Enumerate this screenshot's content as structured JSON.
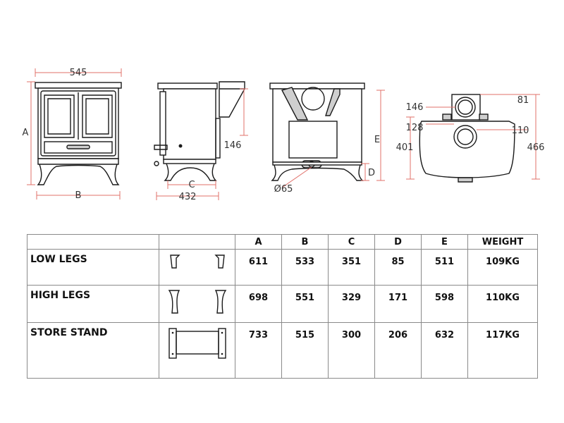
{
  "dimensions": {
    "front_width": "545",
    "front_height_label": "A",
    "front_base_label": "B",
    "side_depth": "432",
    "side_leg_label": "C",
    "side_flue_height": "146",
    "rear_height_label": "E",
    "rear_leg_label": "D",
    "rear_outlet": "Ø65",
    "top_a": "146",
    "top_b": "81",
    "top_c": "128",
    "top_d": "110",
    "top_e": "401",
    "top_f": "466"
  },
  "table": {
    "headers": [
      "",
      "",
      "A",
      "B",
      "C",
      "D",
      "E",
      "WEIGHT"
    ],
    "rows": [
      {
        "label": "LOW LEGS",
        "values": [
          "611",
          "533",
          "351",
          "85",
          "511",
          "109KG"
        ]
      },
      {
        "label": "HIGH LEGS",
        "values": [
          "698",
          "551",
          "329",
          "171",
          "598",
          "110KG"
        ]
      },
      {
        "label": "STORE STAND",
        "values": [
          "733",
          "515",
          "300",
          "206",
          "632",
          "117KG"
        ]
      }
    ]
  }
}
